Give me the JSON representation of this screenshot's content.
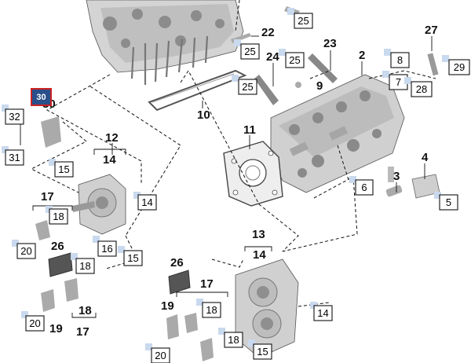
{
  "diagram": {
    "selected_label": "30",
    "boxed_labels": {
      "b25a": "25",
      "b25b": "25",
      "b25c": "25",
      "b25d": "25",
      "b8": "8",
      "b7": "7",
      "b28": "28",
      "b29": "29",
      "b32": "32",
      "b31": "31",
      "b15a": "15",
      "b14a": "14",
      "b18a": "18",
      "b20a": "20",
      "b16": "16",
      "b15b": "15",
      "b18b": "18",
      "b20b": "20",
      "b6": "6",
      "b5": "5",
      "b18c": "18",
      "b14b": "14",
      "b18d": "18",
      "b15c": "15",
      "b20c": "20"
    },
    "bold_labels": {
      "n22": "22",
      "n23": "23",
      "n27": "27",
      "n24": "24",
      "n2": "2",
      "n9": "9",
      "n10": "10",
      "n30": "30",
      "n11": "11",
      "n12": "12",
      "n14a": "14",
      "n3": "3",
      "n4": "4",
      "n17a": "17",
      "n26a": "26",
      "n13": "13",
      "n14b": "14",
      "n26b": "26",
      "n17b": "17",
      "n19a": "19",
      "n18": "18",
      "n17c": "17",
      "n19b": "19"
    }
  }
}
